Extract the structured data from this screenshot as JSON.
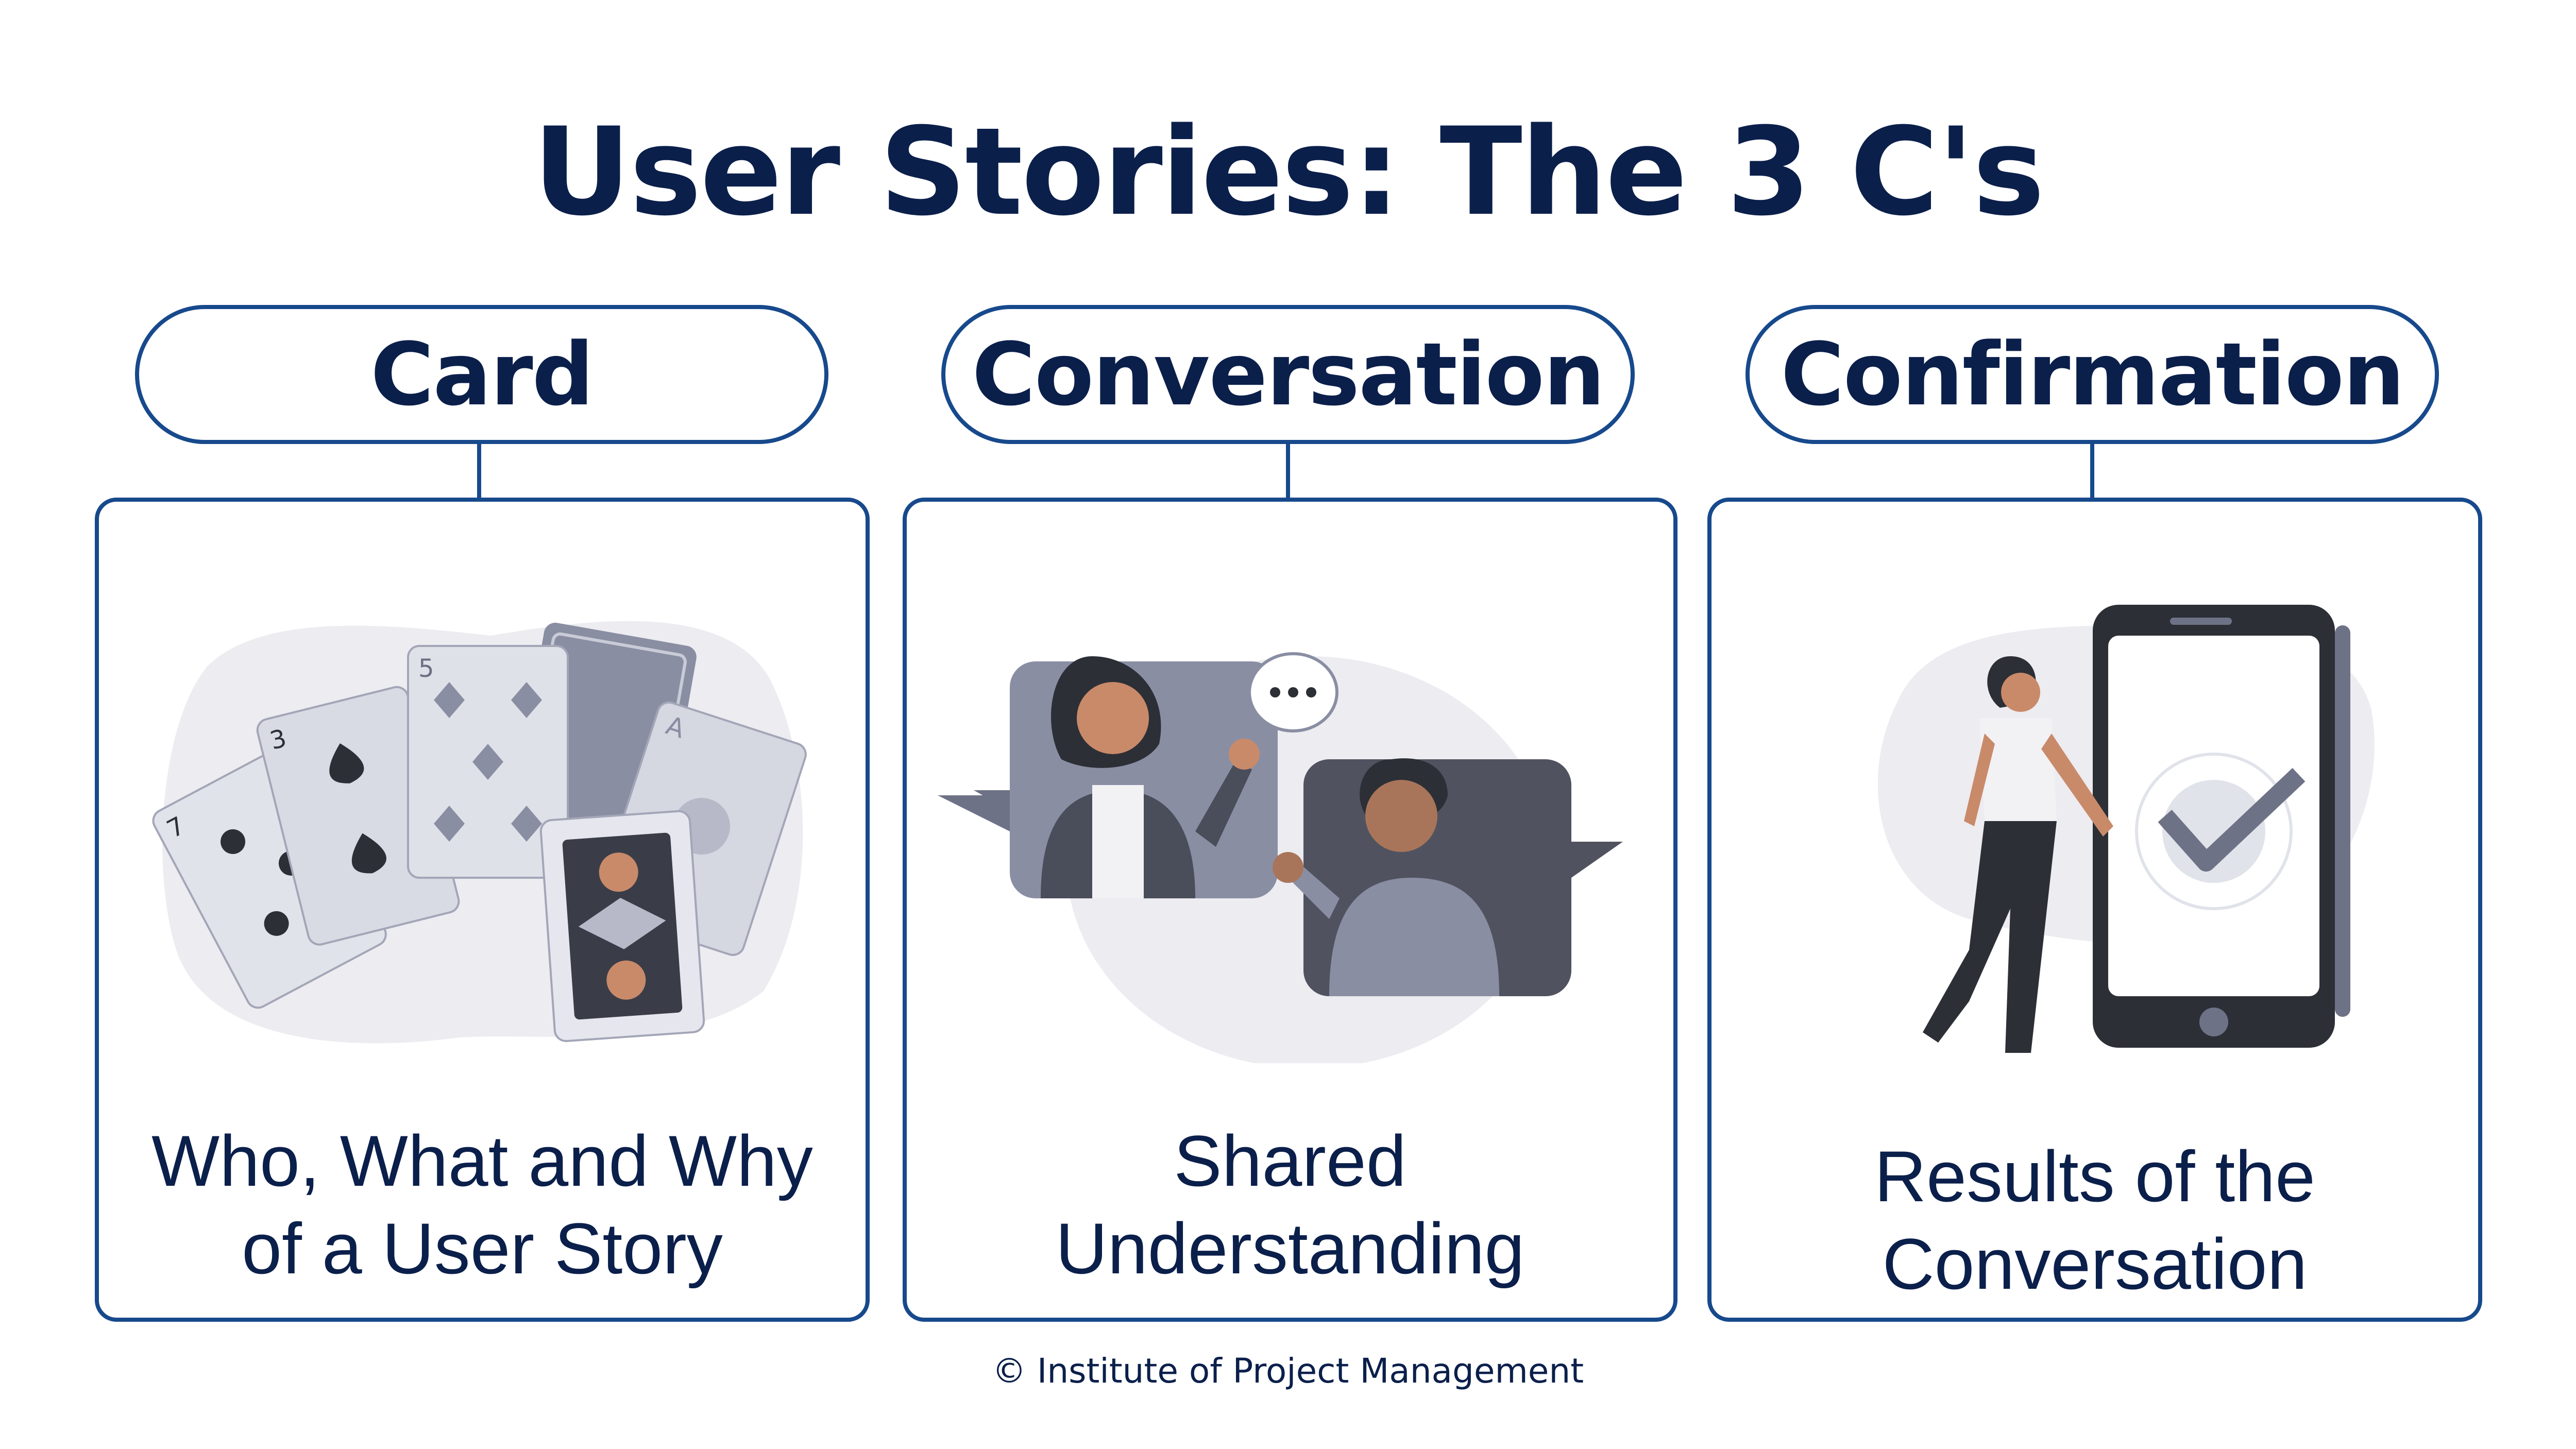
{
  "title": "User Stories: The 3 C's",
  "columns": [
    {
      "heading": "Card",
      "caption_lines": [
        "Who, What and Why",
        "of a User Story"
      ],
      "illustration": "playing-cards-illustration"
    },
    {
      "heading": "Conversation",
      "caption_lines": [
        "Shared",
        "Understanding"
      ],
      "illustration": "conversation-illustration"
    },
    {
      "heading": "Confirmation",
      "caption_lines": [
        "Results of the",
        "Conversation"
      ],
      "illustration": "phone-checkmark-illustration"
    }
  ],
  "copyright": "© Institute of Project Management",
  "colors": {
    "navy_text": "#0b1f4b",
    "border_blue": "#17498c",
    "illustration_gray": "#8a8ea3",
    "illustration_dark": "#2c2f36"
  }
}
